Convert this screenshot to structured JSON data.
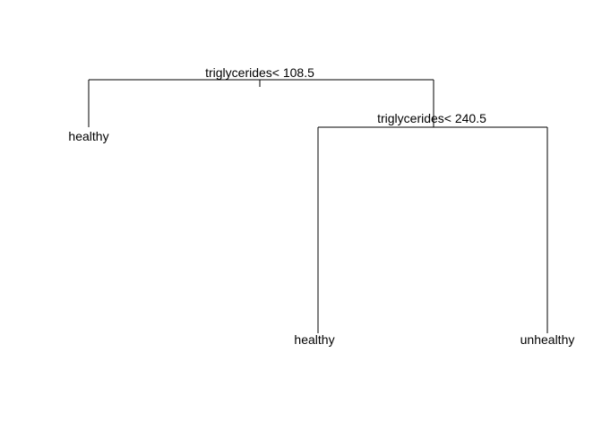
{
  "tree": {
    "root_split": "triglycerides< 108.5",
    "right_split": "triglycerides< 240.5",
    "leaf_left": "healthy",
    "leaf_mid": "healthy",
    "leaf_right": "unhealthy"
  }
}
